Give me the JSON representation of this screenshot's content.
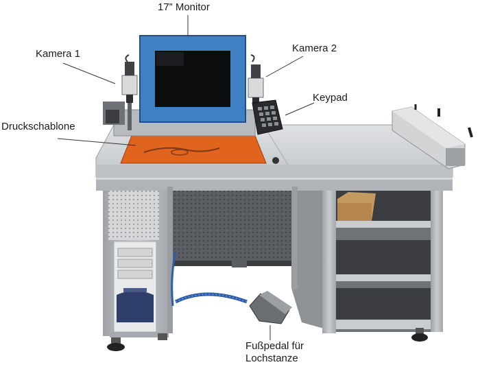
{
  "labels": {
    "monitor": "17” Monitor",
    "camera1": "Kamera 1",
    "camera2": "Kamera 2",
    "keypad": "Keypad",
    "stencil": "Druckschablone",
    "pedal_line1": "Fußpedal für",
    "pedal_line2": "Lochstanze"
  },
  "colors": {
    "monitor_bezel": "#3f7fc4",
    "stencil": "#e0641e",
    "desk_frame": "#b9bcc0",
    "desk_top": "#cdd0d3",
    "hose": "#2d5ea8"
  }
}
